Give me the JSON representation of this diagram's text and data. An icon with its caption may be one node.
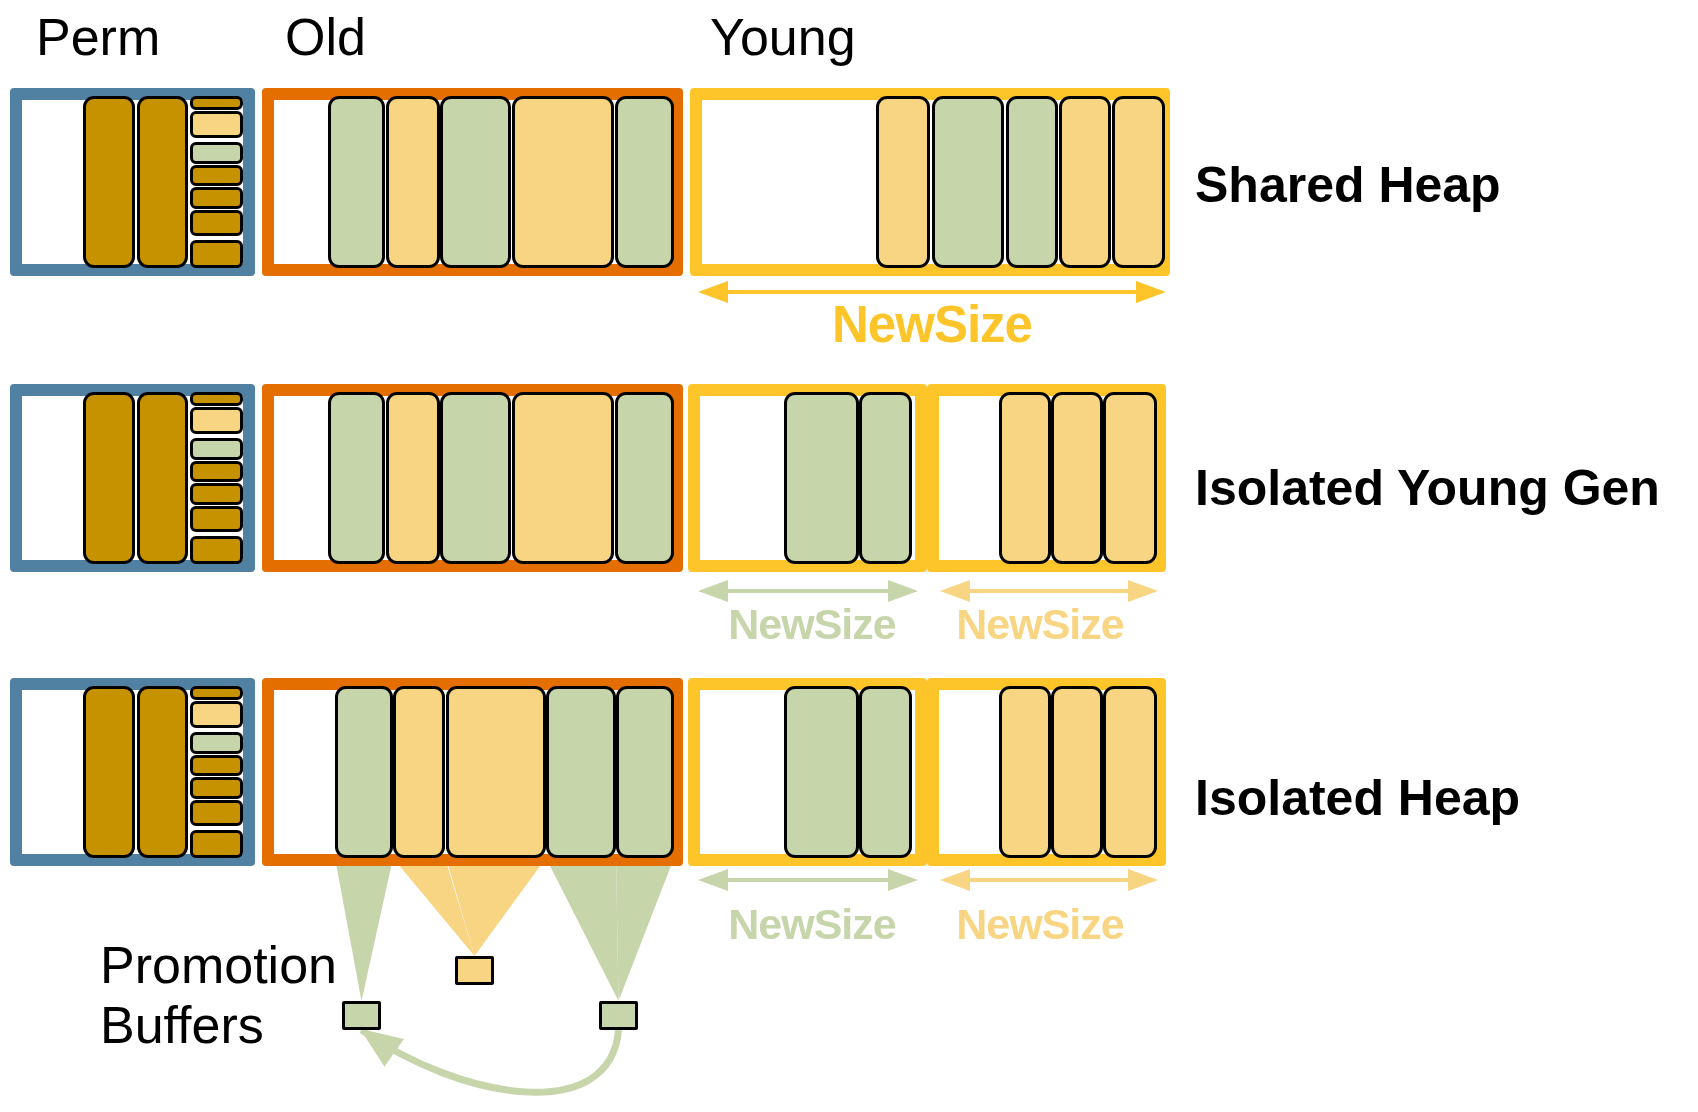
{
  "diagram": {
    "nodes": [
      {
        "text": [
          "Perm"
        ]
      },
      {
        "text": [],
        "shape": "box",
        "in": 0
      },
      {
        "text": [],
        "shape": "box",
        "in": 0
      },
      {
        "text": [],
        "shape": "box",
        "in": 0
      },
      {
        "text": [],
        "shape": "box",
        "in": 0
      },
      {
        "text": [],
        "shape": "box",
        "in": 0
      },
      {
        "text": [],
        "shape": "box",
        "in": 0
      },
      {
        "text": [],
        "shape": "box",
        "in": 0
      },
      {
        "text": [],
        "shape": "box",
        "in": 0
      },
      {
        "text": [],
        "shape": "box",
        "in": 0
      },
      {
        "text": [
          "Old"
        ]
      },
      {
        "text": [],
        "shape": "box",
        "in": 10
      },
      {
        "text": [],
        "shape": "box",
        "in": 10
      },
      {
        "text": [],
        "shape": "box",
        "in": 10
      },
      {
        "text": [],
        "shape": "box",
        "in": 10
      },
      {
        "text": [],
        "shape": "box",
        "in": 10
      },
      {
        "text": [
          "Young"
        ]
      },
      {
        "text": [],
        "shape": "box",
        "in": 16
      },
      {
        "text": [],
        "shape": "box",
        "in": 16
      },
      {
        "text": [],
        "shape": "box",
        "in": 16
      },
      {
        "text": [],
        "shape": "box",
        "in": 16
      },
      {
        "text": [],
        "shape": "box",
        "in": 16
      },
      {
        "text": [],
        "shape": "box"
      },
      {
        "text": [],
        "shape": "box",
        "in": 22
      },
      {
        "text": [],
        "shape": "box",
        "in": 22
      },
      {
        "text": [],
        "shape": "box",
        "in": 22
      },
      {
        "text": [],
        "shape": "box",
        "in": 22
      },
      {
        "text": [],
        "shape": "box",
        "in": 22
      },
      {
        "text": [],
        "shape": "box",
        "in": 22
      },
      {
        "text": [],
        "shape": "box",
        "in": 22
      },
      {
        "text": [],
        "shape": "box",
        "in": 22
      },
      {
        "text": [],
        "shape": "box",
        "in": 22
      },
      {
        "text": [],
        "shape": "box"
      },
      {
        "text": [],
        "shape": "box",
        "in": 32
      },
      {
        "text": [],
        "shape": "box",
        "in": 32
      },
      {
        "text": [],
        "shape": "box",
        "in": 32
      },
      {
        "text": [],
        "shape": "box",
        "in": 32
      },
      {
        "text": [],
        "shape": "box",
        "in": 32
      },
      {
        "text": [],
        "shape": "box"
      },
      {
        "text": [],
        "shape": "box",
        "in": 38
      },
      {
        "text": [],
        "shape": "box",
        "in": 38
      },
      {
        "text": [],
        "shape": "box"
      },
      {
        "text": [],
        "shape": "box",
        "in": 41
      },
      {
        "text": [],
        "shape": "box",
        "in": 41
      },
      {
        "text": [],
        "shape": "box",
        "in": 41
      },
      {
        "text": [],
        "shape": "box"
      },
      {
        "text": [],
        "shape": "box",
        "in": 45
      },
      {
        "text": [],
        "shape": "box",
        "in": 45
      },
      {
        "text": [],
        "shape": "box",
        "in": 45
      },
      {
        "text": [],
        "shape": "box",
        "in": 45
      },
      {
        "text": [],
        "shape": "box",
        "in": 45
      },
      {
        "text": [],
        "shape": "box",
        "in": 45
      },
      {
        "text": [],
        "shape": "box",
        "in": 45
      },
      {
        "text": [],
        "shape": "box",
        "in": 45
      },
      {
        "text": [],
        "shape": "box",
        "in": 45
      },
      {
        "text": [],
        "shape": "box"
      },
      {
        "text": [],
        "shape": "box",
        "in": 55
      },
      {
        "text": [],
        "shape": "box",
        "in": 55
      },
      {
        "text": [],
        "shape": "box",
        "in": 55
      },
      {
        "text": [],
        "shape": "box",
        "in": 55
      },
      {
        "text": [],
        "shape": "box",
        "in": 55
      },
      {
        "text": [],
        "shape": "box"
      },
      {
        "text": [],
        "shape": "box",
        "in": 61
      },
      {
        "text": [],
        "shape": "box",
        "in": 61
      },
      {
        "text": [],
        "shape": "box"
      },
      {
        "text": [],
        "shape": "box",
        "in": 64
      },
      {
        "text": [],
        "shape": "box",
        "in": 64
      },
      {
        "text": [],
        "shape": "box",
        "in": 64
      },
      {
        "text": [],
        "shape": "box"
      },
      {
        "text": [],
        "shape": "box"
      },
      {
        "text": [],
        "shape": "box"
      }
    ],
    "edges": [
      {
        "from": 56,
        "to": 68,
        "arrow": "to",
        "style": "thick",
        "color": "#c6d5aa"
      },
      {
        "from": 57,
        "to": 69,
        "arrow": "to",
        "style": "thick",
        "color": "#f7d583"
      },
      {
        "from": 58,
        "to": 69,
        "arrow": "to",
        "style": "thick",
        "color": "#f7d583"
      },
      {
        "from": 59,
        "to": 70,
        "arrow": "to",
        "style": "thick",
        "color": "#c6d5aa"
      },
      {
        "from": 60,
        "to": 70,
        "arrow": "to",
        "style": "thick",
        "color": "#c6d5aa"
      },
      {
        "from": 70,
        "to": 68,
        "arrow": "to",
        "color": "#c6d5aa"
      }
    ],
    "labels": [
      "Shared Heap",
      "NewSize",
      "Isolated Young Gen",
      "NewSize",
      "NewSize",
      "Isolated Heap",
      "NewSize",
      "NewSize",
      "Promotion Buffers"
    ]
  }
}
